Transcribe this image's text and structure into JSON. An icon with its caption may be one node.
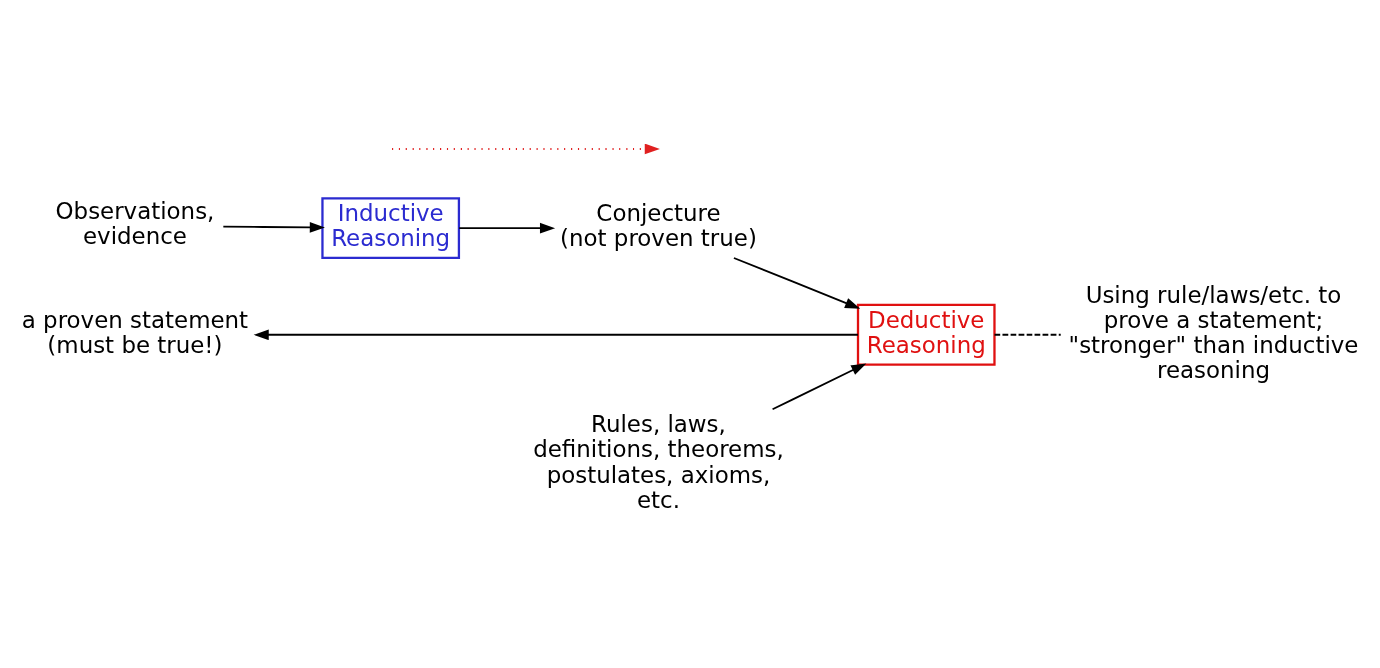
{
  "diagram": {
    "nodes": [
      {
        "text": [
          "Observations, evidence"
        ]
      },
      {
        "text": [
          "Inductive Reasoning"
        ]
      },
      {
        "text": [
          "Conjecture",
          "(not proven true)"
        ]
      },
      {
        "text": [
          "Deductive Reasoning"
        ]
      },
      {
        "text": [
          "a proven statement",
          "(must be true!)"
        ]
      },
      {
        "text": [
          "Rules, laws, definitions, theorems, postulates, axioms, etc."
        ]
      },
      {
        "text": [
          "Using rule/laws/etc. to prove a statement; \"stronger\" than inductive reasoning"
        ]
      }
    ],
    "edges": [
      {
        "from": 0,
        "to": 1,
        "arrow": "to"
      },
      {
        "from": 1,
        "to": 2,
        "arrow": "to"
      },
      {
        "from": 2,
        "to": 3,
        "arrow": "to"
      },
      {
        "from": 5,
        "to": 3,
        "arrow": "to"
      },
      {
        "from": 3,
        "to": 4,
        "arrow": "to"
      },
      {
        "from": 3,
        "to": 6,
        "arrow": "none",
        "style": "dashed"
      }
    ]
  }
}
